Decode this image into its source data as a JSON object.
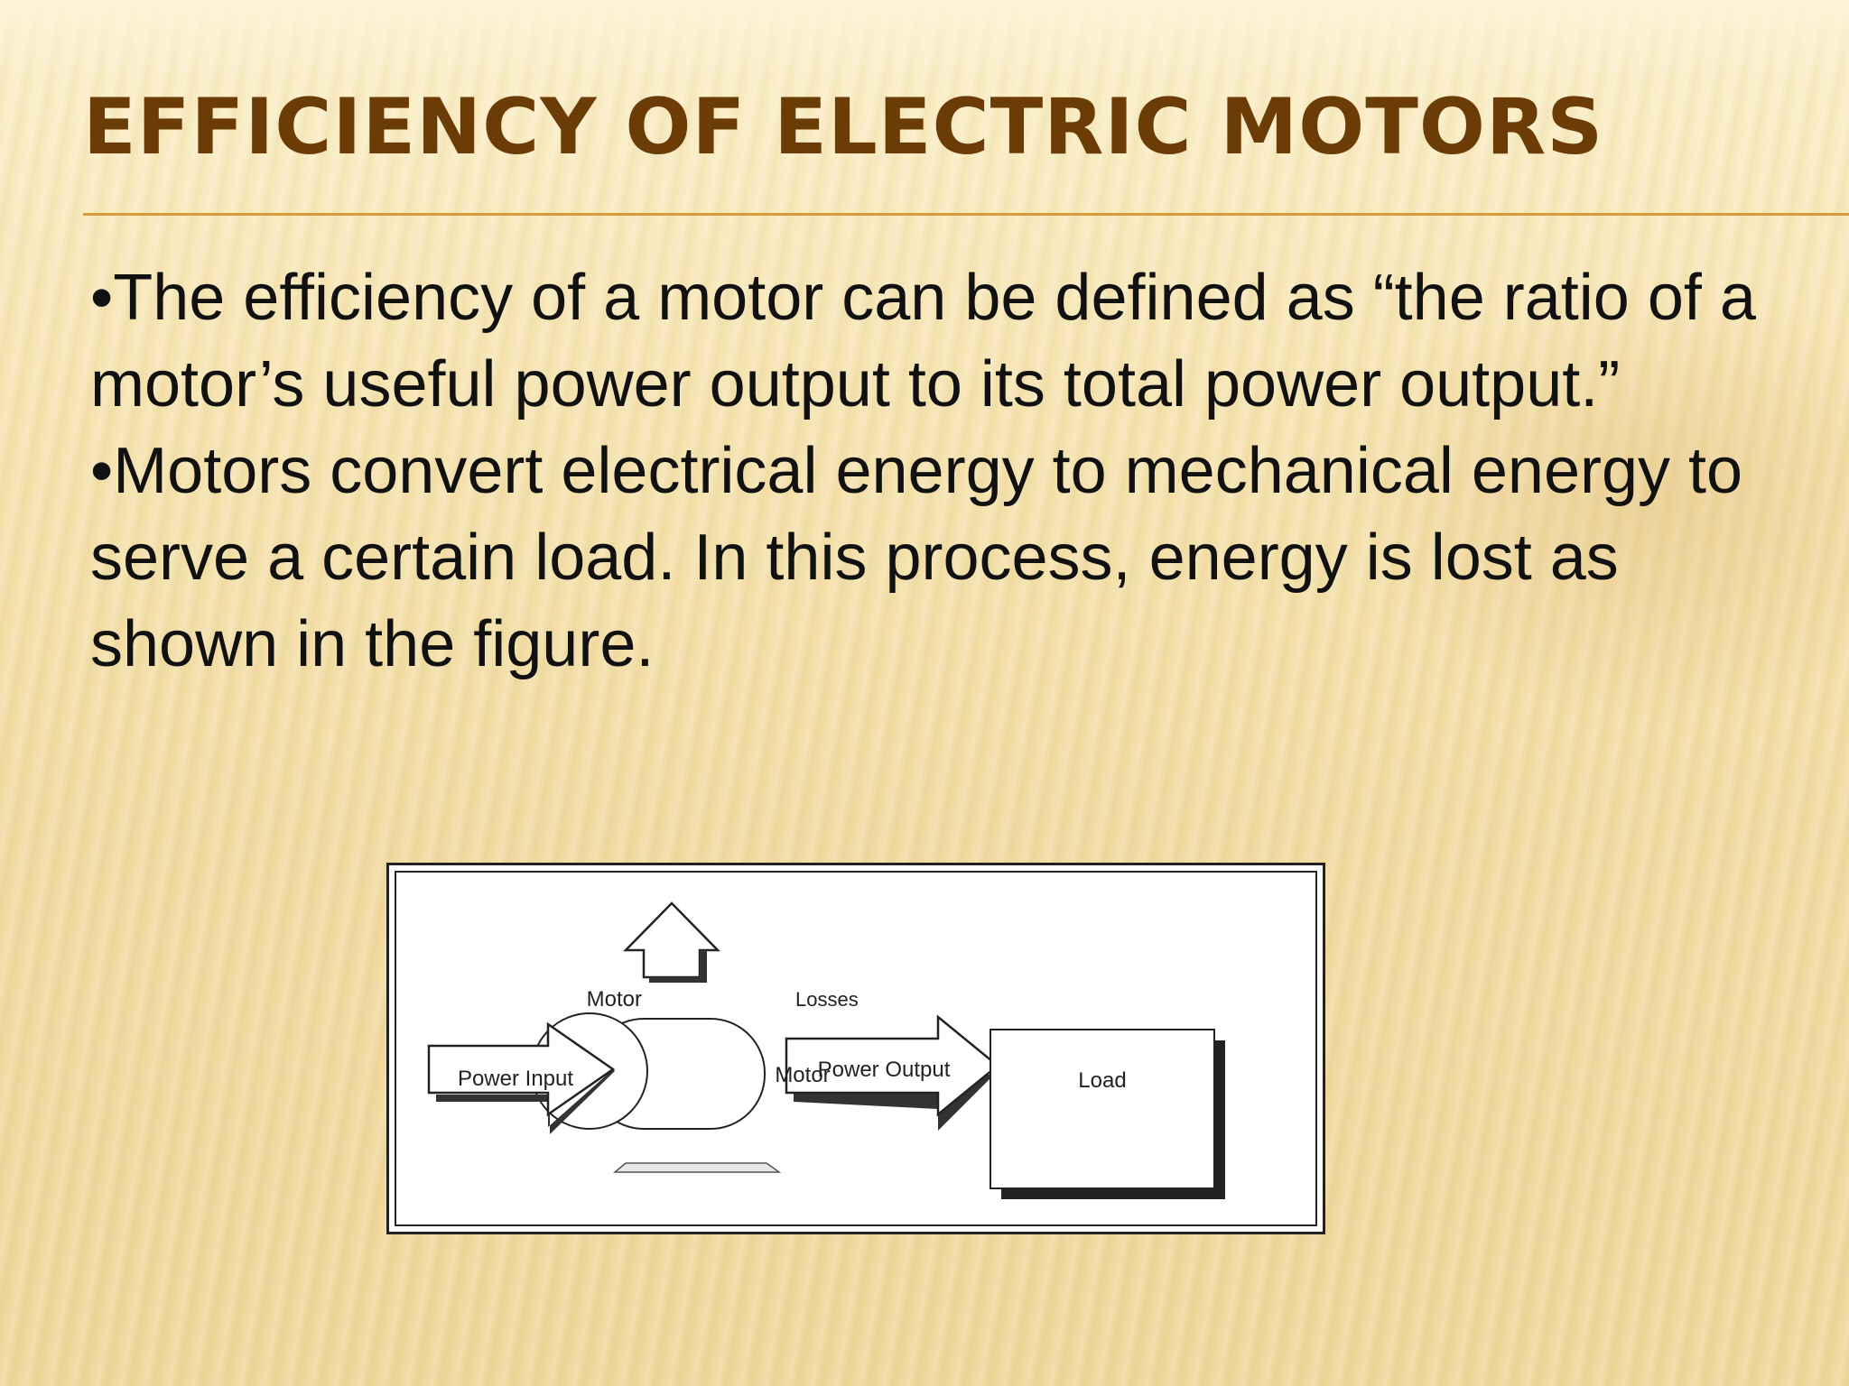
{
  "slide": {
    "title": "EFFICIENCY OF ELECTRIC MOTORS",
    "bullets": [
      "•The efficiency of a motor can be defined as “the ratio of a motor’s useful power output to its total power output.”",
      "•Motors convert electrical energy to mechanical energy to serve a certain load. In this process, energy is lost as shown in the figure."
    ]
  },
  "figure": {
    "labels": {
      "power_input": "Power Input",
      "motor_body": "Motor",
      "motor_losses_left": "Motor",
      "motor_losses_right": "Losses",
      "power_output": "Power Output",
      "load": "Load"
    }
  },
  "colors": {
    "title": "#6b3c06",
    "rule": "#d99a3c",
    "text": "#111111",
    "background": "#f3dfa8"
  }
}
